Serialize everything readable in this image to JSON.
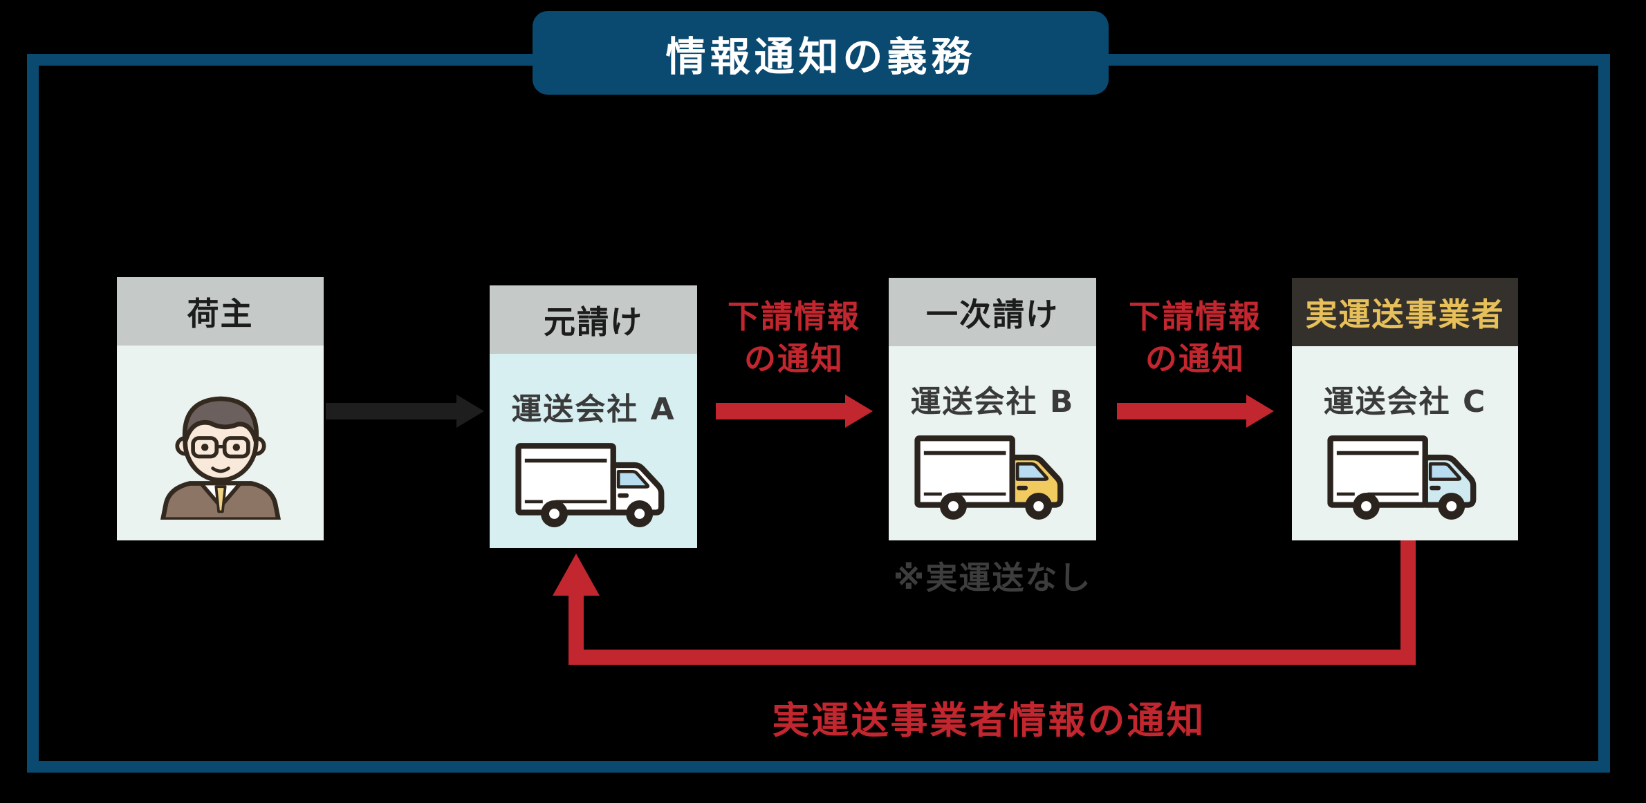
{
  "title": "情報通知の義務",
  "colors": {
    "background": "#000000",
    "frame_blue": "#0B4A70",
    "header_gray": "#C5CAC9",
    "header_dark": "#34302C",
    "header_dark_text": "#E7C05A",
    "body_mint": "#EAF3F0",
    "body_cyan": "#D7EFF1",
    "accent_red": "#C2262E",
    "arrow_black": "#1E1E1E",
    "company_text": "#3A3A3A",
    "note_text": "#3D3D3D"
  },
  "entities": [
    {
      "header": "荷主"
    },
    {
      "header": "元請け",
      "company": "運送会社 A"
    },
    {
      "header": "一次請け",
      "company": "運送会社 B"
    },
    {
      "header": "実運送事業者",
      "company": "運送会社 C"
    }
  ],
  "labels": {
    "subcontract_info_line1": "下請情報",
    "subcontract_info_line2": "の通知",
    "actual_carrier_info": "実運送事業者情報の通知",
    "no_actual_transport": "※実運送なし"
  },
  "truck_cab_colors": {
    "a": "#FFFFFF",
    "b": "#F2CB60",
    "c": "#CFE9F0"
  }
}
